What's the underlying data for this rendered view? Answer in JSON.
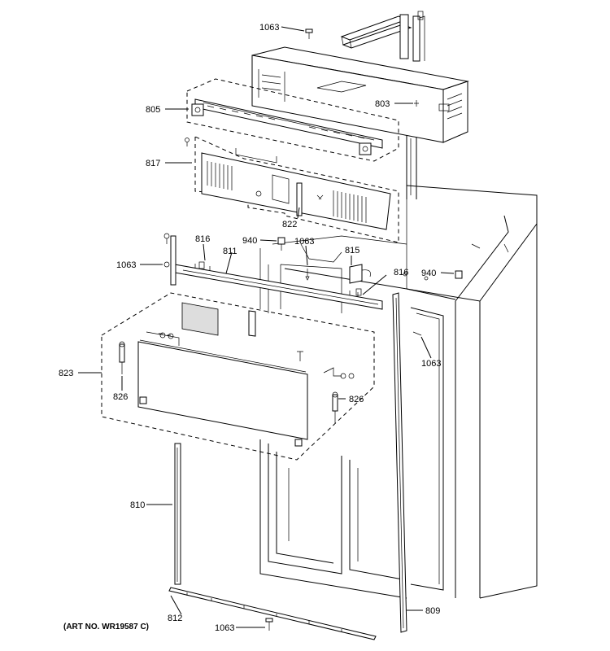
{
  "callouts": {
    "c1063_top": "1063",
    "c805": "805",
    "c803": "803",
    "c817": "817",
    "c822": "822",
    "c816_left": "816",
    "c940_mid": "940",
    "c1063_mid": "1063",
    "c815": "815",
    "c816_right": "816",
    "c940_right": "940",
    "c1063_left": "1063",
    "c811": "811",
    "c1063_right": "1063",
    "c823": "823",
    "c826_left": "826",
    "c826_right": "826",
    "c810": "810",
    "c812": "812",
    "c809": "809",
    "c1063_bottom": "1063"
  },
  "art_number": "(ART NO. WR19587 C)"
}
